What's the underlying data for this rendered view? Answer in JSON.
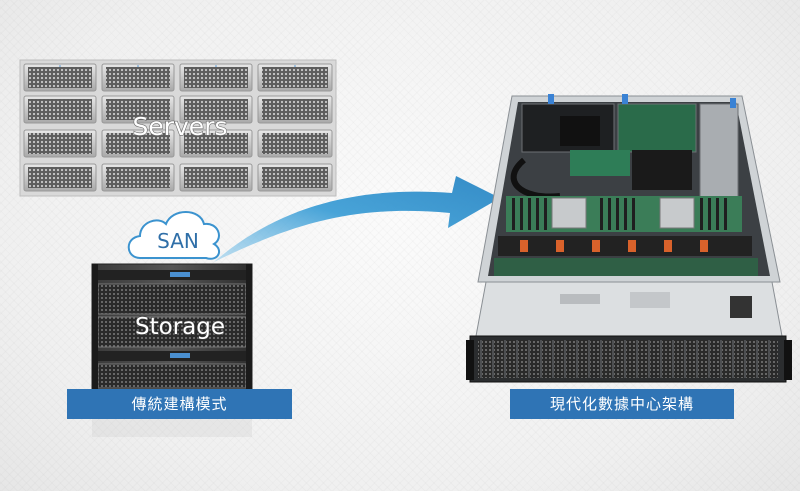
{
  "servers_label": "Servers",
  "san_label": "SAN",
  "storage_label": "Storage",
  "traditional_label": "傳統建構模式",
  "modern_label": "現代化數據中心架構",
  "colors": {
    "accent_blue": "#2f74b5",
    "arrow_blue": "#3a98d0"
  },
  "icons": [
    "cloud-icon",
    "arrow-icon",
    "server-rack-icon",
    "storage-array-icon",
    "rack-server-icon"
  ]
}
